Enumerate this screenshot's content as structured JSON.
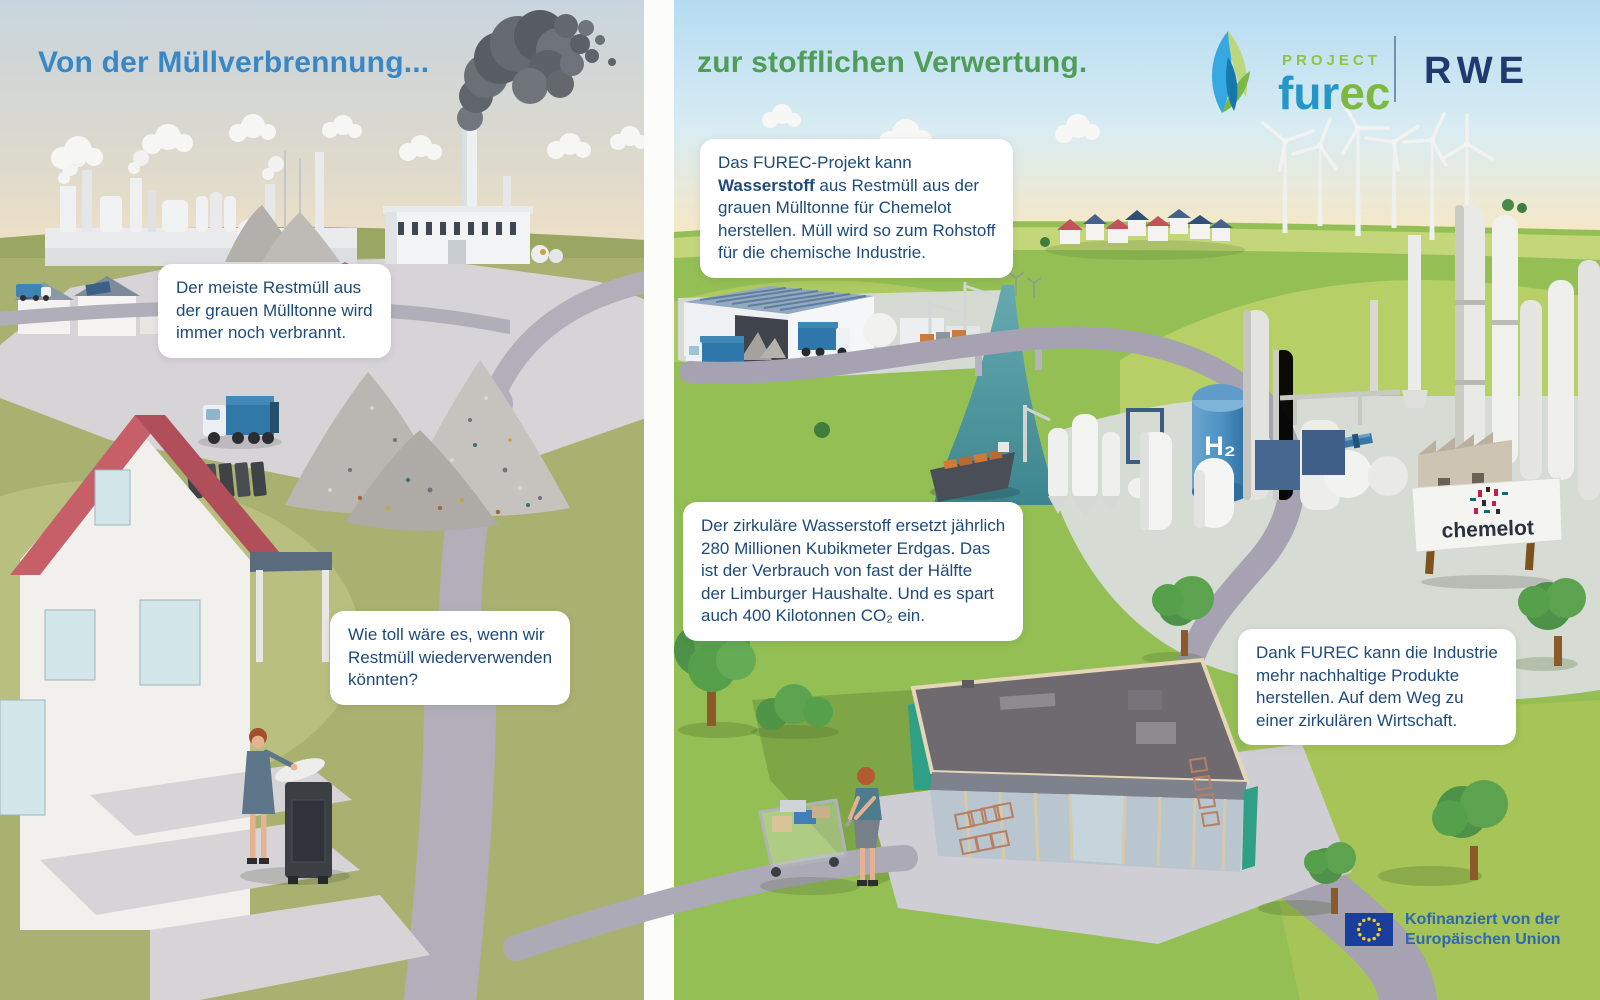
{
  "titles": {
    "left": "Von der Müllverbrennung...",
    "right": "zur stofflichen Verwertung."
  },
  "logo": {
    "project": "PROJECT",
    "fur": "fur",
    "ec": "ec",
    "rwe": "RWE"
  },
  "bubbles": {
    "incineration": "Der meiste Restmüll aus\nder grauen Mülltonne wird\nimmer noch verbrannt.",
    "question": "Wie toll wäre es, wenn wir\nRestmüll wiederverwenden\nkönnten?",
    "furec_intro_pre": "Das FUREC-Projekt kann\n",
    "furec_intro_bold": "Wasserstoff",
    "furec_intro_post": " aus Restmüll aus der\ngrauen Mülltonne für Chemelot\nherstellen. Müll wird so zum Rohstoff\nfür die chemische Industrie.",
    "hydrogen_stats": "Der zirkuläre Wasserstoff ersetzt jährlich\n280 Millionen Kubikmeter Erdgas. Das\nist der Verbrauch von fast der Hälfte\nder Limburger Haushalte. Und es spart\nauch 400 Kilotonnen CO₂ ein.",
    "industry": "Dank FUREC kann die Industrie\nmehr nachhaltige Produkte\nherstellen. Auf dem Weg zu\neiner zirkulären Wirtschaft."
  },
  "scene": {
    "h2_tank_label": "H₂",
    "chemelot_sign_label": "chemelot"
  },
  "eu_badge": {
    "line1": "Kofinanziert von der",
    "line2": "Europäischen Union"
  },
  "colors": {
    "title_left_blue": "#3a87c6",
    "title_right_green": "#4f9d58",
    "bubble_text_blue": "#1d4a7a",
    "rwe_blue": "#1e3a6e",
    "furec_blue": "#2596c8",
    "furec_green": "#7db93e",
    "eu_flag_blue": "#1a3e9c",
    "eu_star_yellow": "#f7d118",
    "eu_text_blue": "#2e68b0",
    "h2_tank_blue": "#4f93c4",
    "grass_green_right": "#94bf55",
    "grass_olive_left": "#a9b171"
  }
}
